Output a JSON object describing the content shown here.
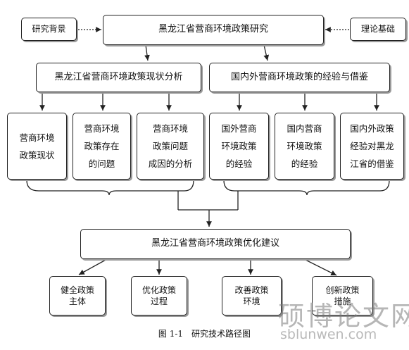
{
  "top": {
    "left": "研究背景",
    "center": "黑龙江省营商环境政策研究",
    "right": "理论基础"
  },
  "level2": {
    "left": "黑龙江省营商环境政策现状分析",
    "right": "国内外营商环境政策的经验与借鉴"
  },
  "level3": [
    [
      "营商环境",
      "政策现状"
    ],
    [
      "营商环境",
      "政策存在",
      "的问题"
    ],
    [
      "营商环境",
      "政策问题",
      "成因的分析"
    ],
    [
      "国外营商",
      "环境政策",
      "的经验"
    ],
    [
      "国内营商",
      "环境政策",
      "的经验"
    ],
    [
      "国内外政策",
      "经验对黑龙",
      "江省的借鉴"
    ]
  ],
  "optimize": "黑龙江省营商环境政策优化建议",
  "level5": [
    [
      "健全政策",
      "主体"
    ],
    [
      "优化政策",
      "过程"
    ],
    [
      "改善政策",
      "环境"
    ],
    [
      "创新政策",
      "措施"
    ]
  ],
  "caption": "图 1-1　研究技术路径图",
  "watermark": {
    "brand": "硕博论文网",
    "url": "sblunwen.com"
  }
}
